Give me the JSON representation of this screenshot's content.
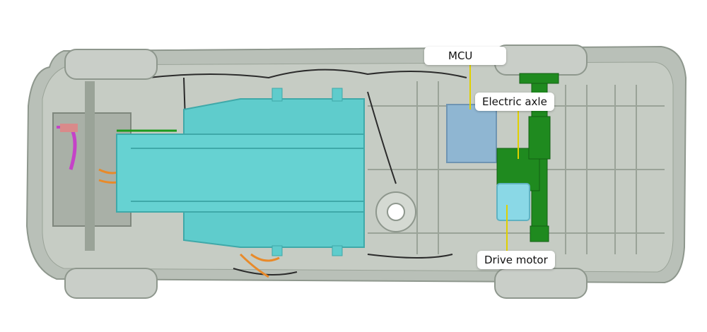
{
  "labels": {
    "mcu": "MCU",
    "electric_axle": "Electric axle",
    "drive_motor": "Drive motor"
  },
  "colors": {
    "background": "#ffffff",
    "chassis": "#b9c0b8",
    "chassis_dark": "#8e978d",
    "tire": "#c9cec8",
    "battery": "#5fcccc",
    "battery_edge": "#3fa9a9",
    "mcu_block": "#8fb6d2",
    "electric_axle": "#1f8a1f",
    "drive_motor": "#8ad8e6",
    "leader_line": "#e0d000",
    "wiring_orange": "#e88a2a",
    "wiring_magenta": "#c542c8"
  }
}
